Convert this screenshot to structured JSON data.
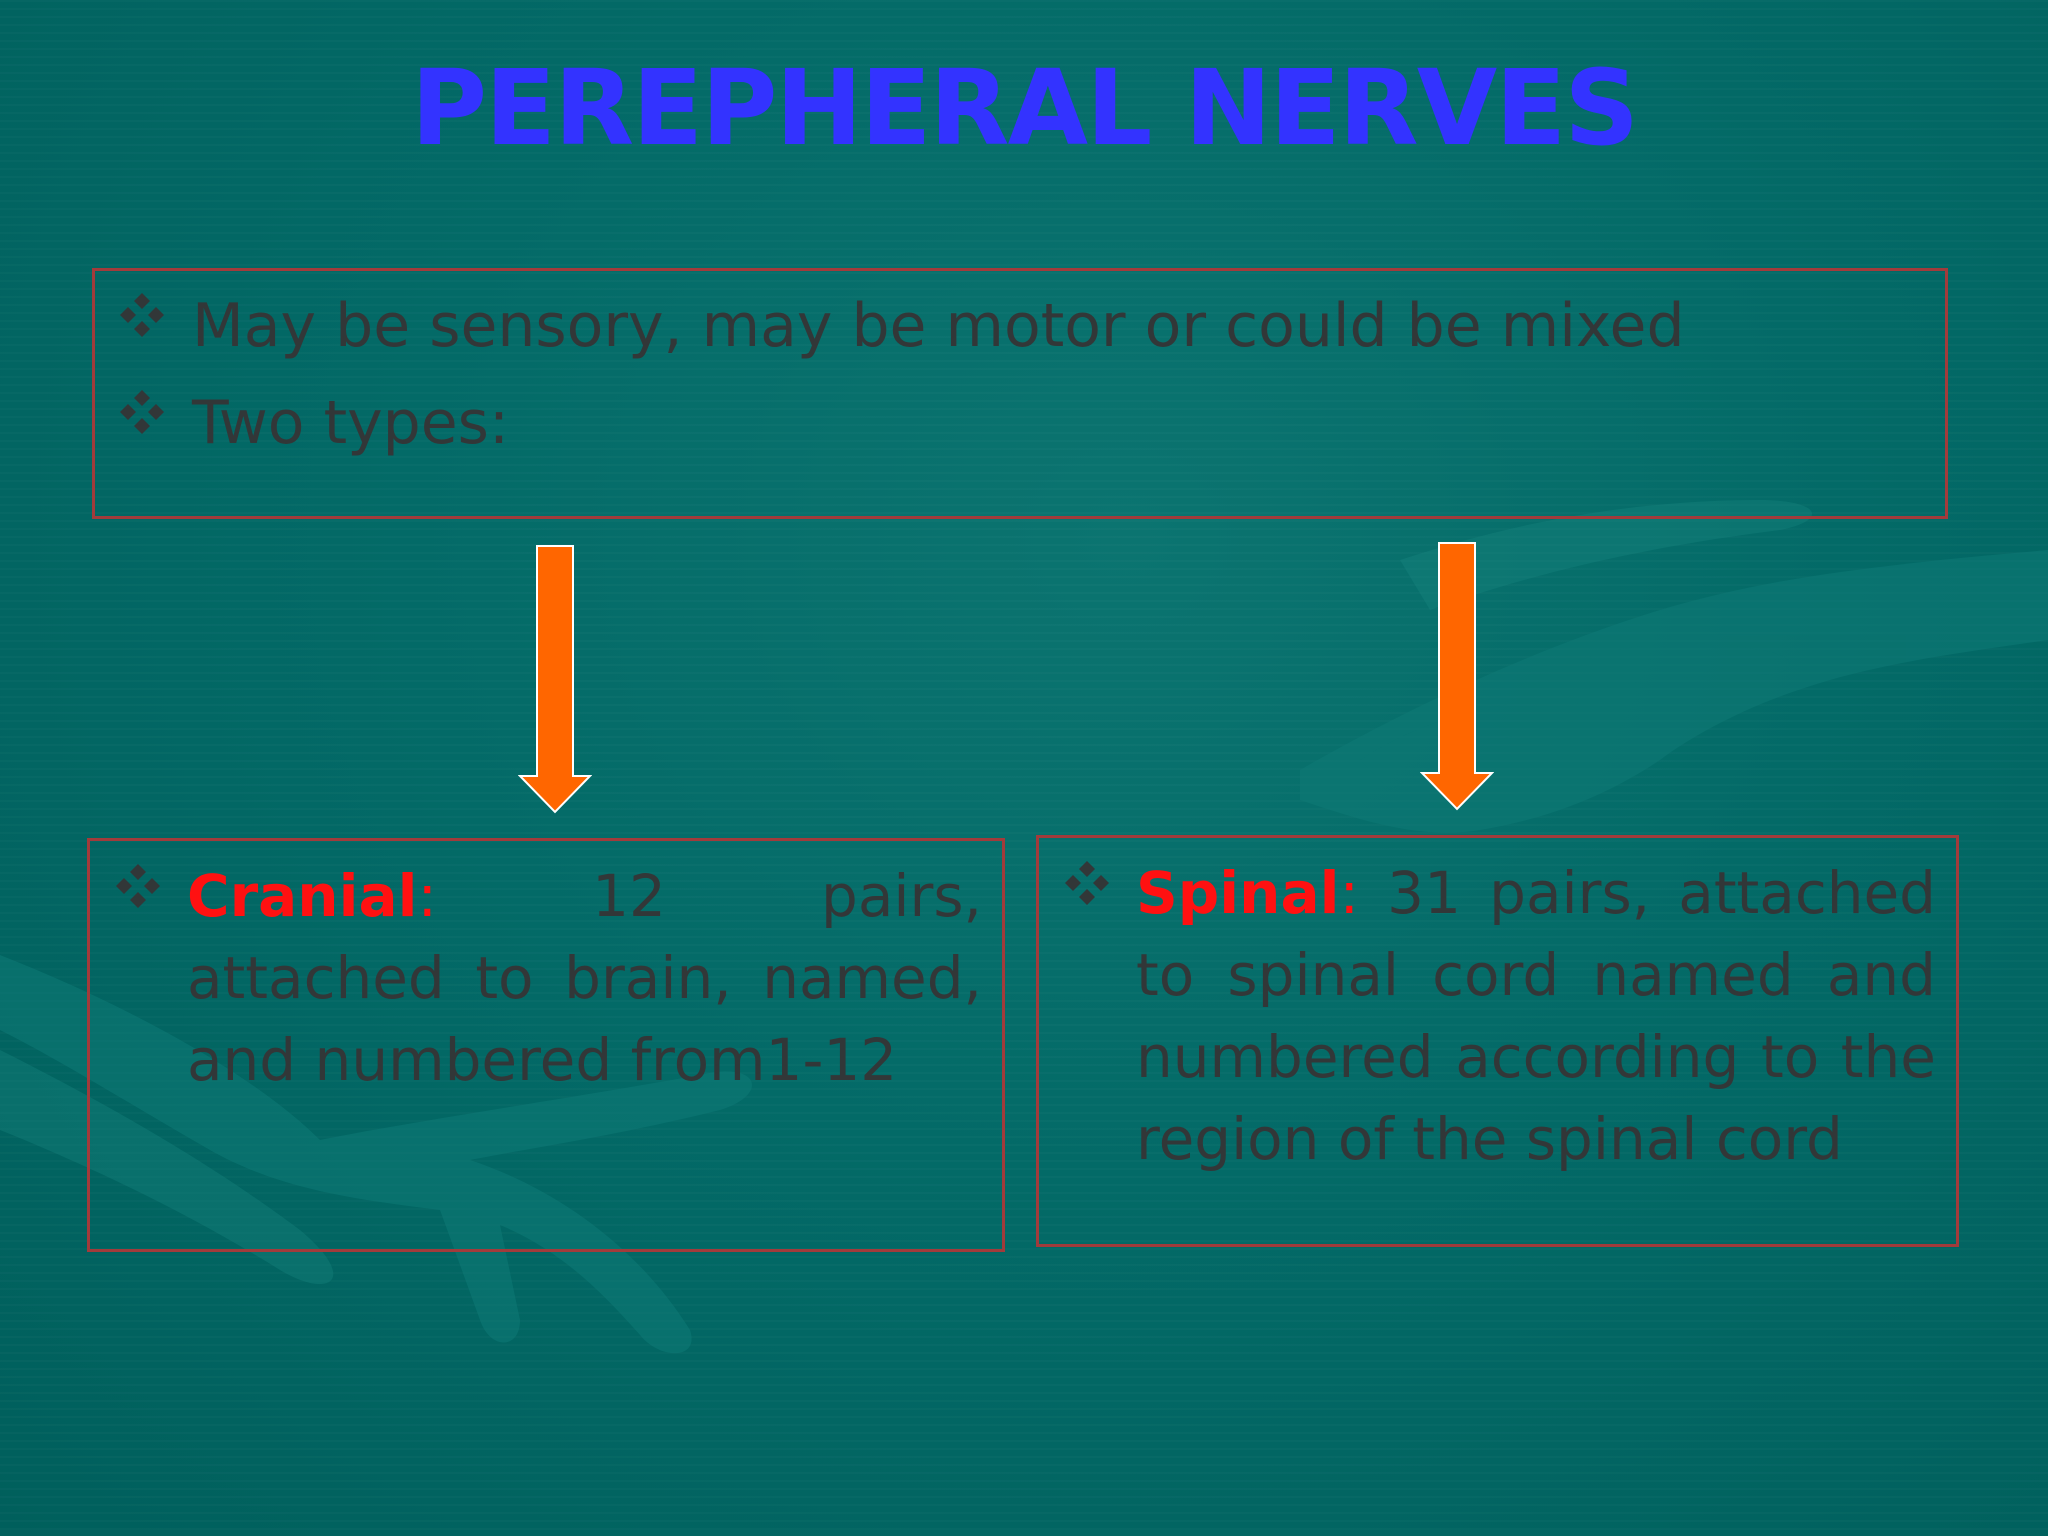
{
  "slide": {
    "title": "PEREPHERAL NERVES",
    "intro": {
      "items": [
        "May be sensory, may be motor or could be mixed",
        "Two types:"
      ]
    },
    "types": [
      {
        "name": "Cranial",
        "separator": ":",
        "description": " 12 pairs, attached to brain, named, and numbered from1-12"
      },
      {
        "name": "Spinal",
        "separator": ":",
        "description": " 31 pairs, attached to spinal cord named and numbered according to the region of the spinal cord"
      }
    ],
    "colors": {
      "background": "#006764",
      "title": "#3333ff",
      "body_text": "#323738",
      "highlight": "#ff1111",
      "box_border": "#a23b3b",
      "arrow": "#ff6600"
    },
    "icons": {
      "bullet": "diamond-bullet-icon",
      "arrow": "down-arrow-icon"
    }
  }
}
